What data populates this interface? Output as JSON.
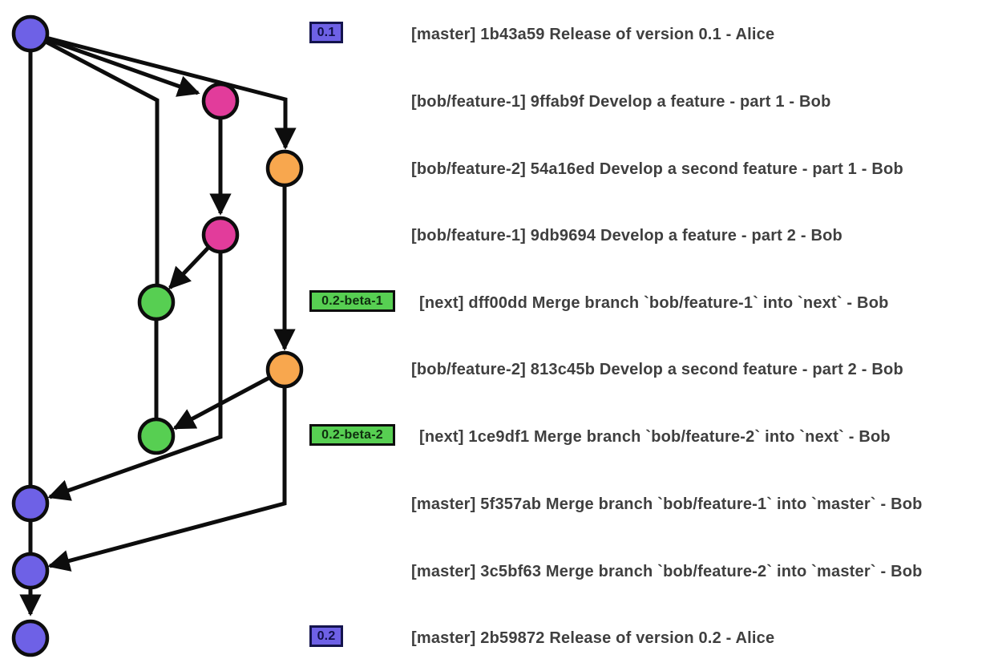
{
  "diagram": {
    "type": "git-commit-graph",
    "branches": [
      "master",
      "bob/feature-1",
      "bob/feature-2",
      "next"
    ]
  },
  "colors": {
    "background": "#ffffff",
    "edge": "#0d0d0d",
    "commit_text": "#3f3f3f",
    "master": "#6e61e6",
    "feature1": "#e23c9b",
    "feature2": "#f8a74e",
    "next": "#57cf52",
    "tag_release_fill": "#6e61e6",
    "tag_release_text": "#10104a",
    "tag_beta_fill": "#57cf52",
    "tag_beta_text": "#0f2e0f"
  },
  "tags": [
    {
      "label": "0.1",
      "type": "release"
    },
    {
      "label": "0.2-beta-1",
      "type": "beta"
    },
    {
      "label": "0.2-beta-2",
      "type": "beta"
    },
    {
      "label": "0.2",
      "type": "release"
    }
  ],
  "commits": [
    {
      "branch": "master",
      "hash": "1b43a59",
      "author": "Alice",
      "tag": "0.1",
      "text": "[master] 1b43a59 Release of version 0.1 - Alice"
    },
    {
      "branch": "bob/feature-1",
      "hash": "9ffab9f",
      "author": "Bob",
      "text": "[bob/feature-1] 9ffab9f Develop a feature - part 1 - Bob"
    },
    {
      "branch": "bob/feature-2",
      "hash": "54a16ed",
      "author": "Bob",
      "text": "[bob/feature-2] 54a16ed Develop a second feature - part 1 - Bob"
    },
    {
      "branch": "bob/feature-1",
      "hash": "9db9694",
      "author": "Bob",
      "text": "[bob/feature-1] 9db9694 Develop a feature - part 2 - Bob"
    },
    {
      "branch": "next",
      "hash": "dff00dd",
      "author": "Bob",
      "tag": "0.2-beta-1",
      "text": "[next] dff00dd Merge branch `bob/feature-1` into `next` - Bob"
    },
    {
      "branch": "bob/feature-2",
      "hash": "813c45b",
      "author": "Bob",
      "text": "[bob/feature-2] 813c45b Develop a second feature - part 2 - Bob"
    },
    {
      "branch": "next",
      "hash": "1ce9df1",
      "author": "Bob",
      "tag": "0.2-beta-2",
      "text": "[next] 1ce9df1 Merge branch `bob/feature-2` into `next` - Bob"
    },
    {
      "branch": "master",
      "hash": "5f357ab",
      "author": "Bob",
      "text": "[master] 5f357ab Merge branch `bob/feature-1` into `master` - Bob"
    },
    {
      "branch": "master",
      "hash": "3c5bf63",
      "author": "Bob",
      "text": "[master] 3c5bf63 Merge branch `bob/feature-2` into `master` - Bob"
    },
    {
      "branch": "master",
      "hash": "2b59872",
      "author": "Alice",
      "tag": "0.2",
      "text": "[master] 2b59872 Release of version 0.2 - Alice"
    }
  ]
}
